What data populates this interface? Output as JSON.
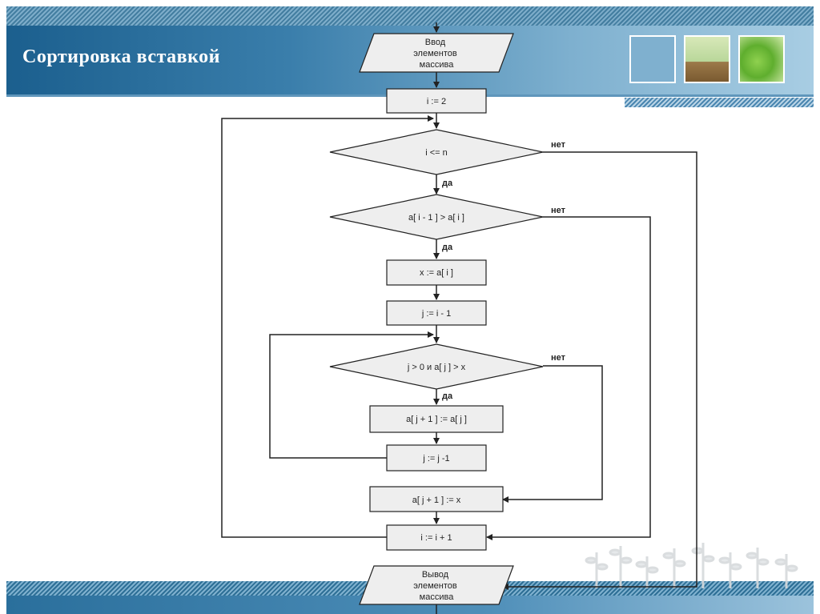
{
  "slide": {
    "title": "Сортировка вставкой"
  },
  "flowchart": {
    "nodes": {
      "input": {
        "lines": [
          "Ввод",
          "элементов",
          "массива"
        ]
      },
      "i_init": {
        "text": "i := 2"
      },
      "cond_outer": {
        "text": "i <= n"
      },
      "cond_compare": {
        "text": "a[ i - 1 ] > a[ i ]"
      },
      "x_assign": {
        "text": "x := a[ i ]"
      },
      "j_init": {
        "text": "j := i - 1"
      },
      "cond_inner": {
        "text": "j > 0 и a[ j ] > x"
      },
      "shift": {
        "text": "a[ j + 1 ] := a[ j ]"
      },
      "j_dec": {
        "text": "j := j -1"
      },
      "insert": {
        "text": "a[ j + 1 ] := x"
      },
      "i_inc": {
        "text": "i := i + 1"
      },
      "output": {
        "lines": [
          "Вывод",
          "элементов",
          "массива"
        ]
      }
    },
    "edge_labels": {
      "outer_no": "нет",
      "outer_yes": "да",
      "compare_no": "нет",
      "compare_yes": "да",
      "inner_no": "нет",
      "inner_yes": "да"
    }
  },
  "colors": {
    "header": "#1b5f8e",
    "box_fill": "#eeeeee",
    "stroke": "#222222"
  },
  "icons": [
    "photo-thumbnail",
    "sprout-thumbnail",
    "leaf-thumbnail",
    "sprout-watermark"
  ]
}
